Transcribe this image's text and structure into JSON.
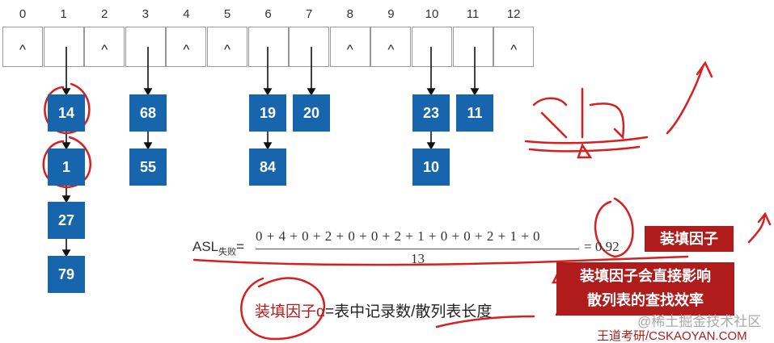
{
  "table": {
    "indices": [
      "0",
      "1",
      "2",
      "3",
      "4",
      "5",
      "6",
      "7",
      "8",
      "9",
      "10",
      "11",
      "12"
    ],
    "cells": [
      "^",
      "",
      "^",
      "",
      "^",
      "^",
      "",
      "",
      "^",
      "^",
      "",
      "",
      "^"
    ]
  },
  "chains": {
    "c1": [
      "14",
      "1",
      "27",
      "79"
    ],
    "c3": [
      "68",
      "55"
    ],
    "c6": [
      "19",
      "84"
    ],
    "c7": [
      "20"
    ],
    "c10": [
      "23",
      "10"
    ],
    "c11": [
      "11"
    ]
  },
  "asl": {
    "label": "ASL",
    "sub": "失败",
    "eq": "=",
    "numerator": "0 + 4 + 0 + 2 + 0 + 0 + 2 + 1 + 0 + 0 + 2 + 1 + 0",
    "denominator": "13",
    "result": "= 0.92"
  },
  "tags": {
    "load_factor": "装填因子",
    "note_line1": "装填因子会直接影响",
    "note_line2": "散列表的查找效率"
  },
  "formula": {
    "term": "装填因子α",
    "rest": "=表中记录数/散列表长度"
  },
  "handwriting": "成功",
  "watermark": "@稀土掘金技术社区",
  "footer": "王道考研/CSKAOYAN.COM",
  "colors": {
    "node": "#1765ad",
    "accent": "#b01c1c",
    "ink": "#d81e1e"
  }
}
